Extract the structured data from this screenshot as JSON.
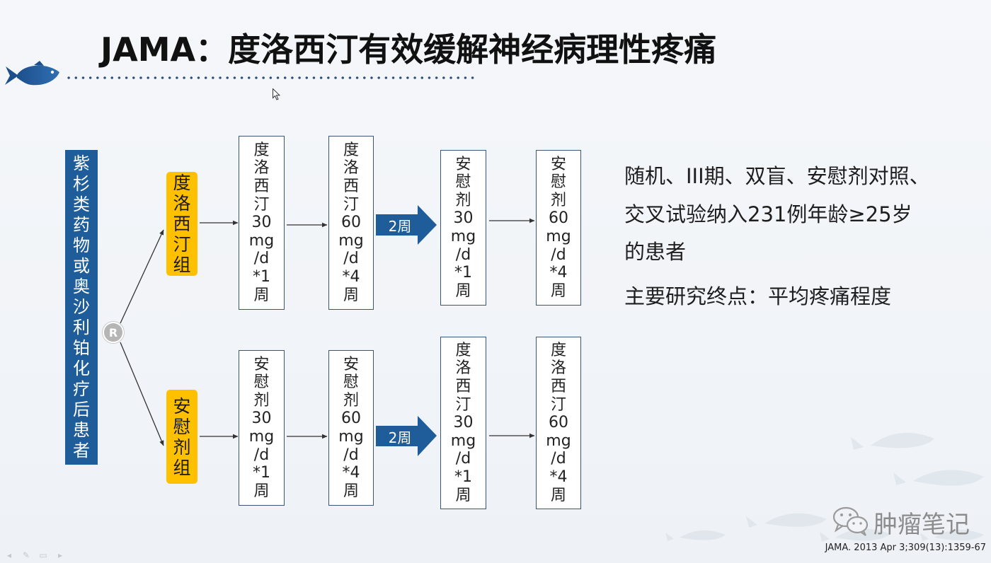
{
  "slide": {
    "title": "JAMA：度洛西汀有效缓解神经病理性疼痛",
    "population_label": "紫杉类药物或奥沙利铂化疗后患者",
    "randomization_label": "R",
    "arms": [
      {
        "group_label": "度洛西汀组",
        "washout_label": "2周",
        "steps": [
          {
            "lines": [
              "度",
              "洛",
              "西",
              "汀",
              "30",
              "mg",
              "/d",
              "*1",
              "周"
            ]
          },
          {
            "lines": [
              "度",
              "洛",
              "西",
              "汀",
              "60",
              "mg",
              "/d",
              "*4",
              "周"
            ]
          },
          {
            "lines": [
              "安",
              "慰",
              "剂",
              "30",
              "mg",
              "/d",
              "*1",
              "周"
            ]
          },
          {
            "lines": [
              "安",
              "慰",
              "剂",
              "60",
              "mg",
              "/d",
              "*4",
              "周"
            ]
          }
        ]
      },
      {
        "group_label": "安慰剂组",
        "washout_label": "2周",
        "steps": [
          {
            "lines": [
              "安",
              "慰",
              "剂",
              "30",
              "mg",
              "/d",
              "*1",
              "周"
            ]
          },
          {
            "lines": [
              "安",
              "慰",
              "剂",
              "60",
              "mg",
              "/d",
              "*4",
              "周"
            ]
          },
          {
            "lines": [
              "度",
              "洛",
              "西",
              "汀",
              "30",
              "mg",
              "/d",
              "*1",
              "周"
            ]
          },
          {
            "lines": [
              "度",
              "洛",
              "西",
              "汀",
              "60",
              "mg",
              "/d",
              "*4",
              "周"
            ]
          }
        ]
      }
    ],
    "description_lines": [
      "随机、III期、双盲、安慰剂对照、",
      "交叉试验纳入231例年龄≥25岁",
      "的患者"
    ],
    "endpoint": "主要研究终点：平均疼痛程度",
    "watermark": "肿瘤笔记",
    "citation": "JAMA. 2013 Apr 3;309(13):1359-67",
    "icons": {
      "logo": "fish-logo-icon",
      "watermark": "wechat-icon",
      "cursor": "mouse-cursor-icon"
    },
    "colors": {
      "primary_blue": "#1e5c9a",
      "group_orange": "#ffc000",
      "randomization_gray": "#b5b5b5",
      "watermark_gray": "#8c8c8c"
    }
  }
}
